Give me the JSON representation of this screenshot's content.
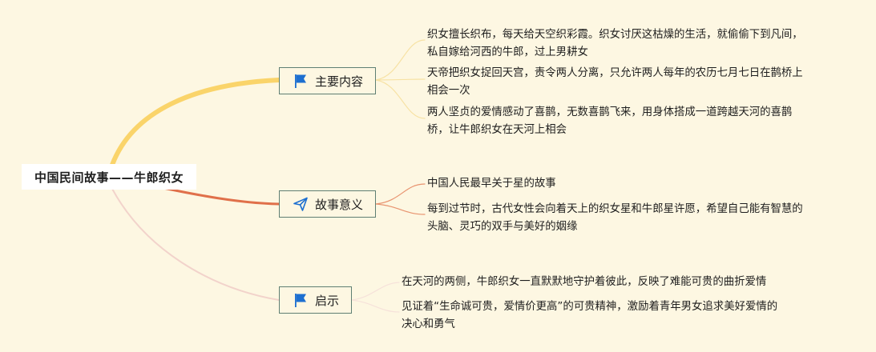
{
  "root": {
    "title": "中国民间故事——牛郎织女"
  },
  "branches": [
    {
      "label": "主要内容",
      "icon": "flag-icon",
      "color": "#fad46a",
      "leaves": [
        [
          "织女擅长织布，每天给天空织彩霞。织女讨厌这枯燥的生活，就偷偷下到凡间，",
          "私自嫁给河西的牛郎，过上男耕女"
        ],
        [
          "天帝把织女捉回天宫，责令两人分离，只允许两人每年的农历七月七日在鹊桥上",
          "相会一次"
        ],
        [
          "两人坚贞的爱情感动了喜鹊，无数喜鹊飞来，用身体搭成一道跨越天河的喜鹊",
          "桥，让牛郎织女在天河上相会"
        ]
      ]
    },
    {
      "label": "故事意义",
      "icon": "paper-plane-icon",
      "color": "#e0704a",
      "leaves": [
        [
          "中国人民最早关于星的故事"
        ],
        [
          "每到过节时，古代女性会向着天上的织女星和牛郎星许愿，希望自己能有智慧的",
          "头脑、灵巧的双手与美好的姻缘"
        ]
      ]
    },
    {
      "label": "启示",
      "icon": "flag-icon",
      "color": "#f2d3cb",
      "leaves": [
        [
          "在天河的两侧，牛郎织女一直默默地守护着彼此，反映了难能可贵的曲折爱情"
        ],
        [
          "见证着“生命诚可贵，爱情价更高”的可贵精神，激励着青年男女追求美好爱情的",
          "决心和勇气"
        ]
      ]
    }
  ]
}
